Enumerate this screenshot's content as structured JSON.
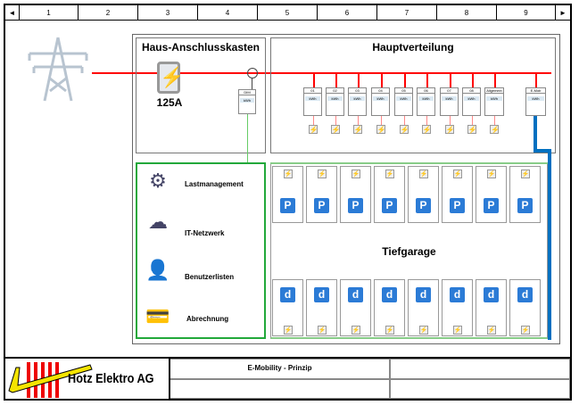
{
  "ruler": {
    "columns": [
      "1",
      "2",
      "3",
      "4",
      "5",
      "6",
      "7",
      "8",
      "9"
    ],
    "left_arrow": "◄",
    "right_arrow": "►"
  },
  "haus": {
    "title": "Haus-Anschlusskasten",
    "fuse": "125A",
    "meter_label": "DIM",
    "meter_unit": "kWh"
  },
  "hauptverteilung": {
    "title": "Hauptverteilung",
    "meters": [
      "01",
      "02",
      "03",
      "04",
      "05",
      "06",
      "07",
      "08",
      "Allgemein"
    ],
    "emob_meter": "E-Mob",
    "unit": "kWh"
  },
  "services": [
    {
      "label": "Lastmanagement",
      "icon": "settings-sliders-icon"
    },
    {
      "label": "IT-Netzwerk",
      "icon": "server-cloud-icon"
    },
    {
      "label": "Benutzerlisten",
      "icon": "user-list-icon"
    },
    {
      "label": "Abrechnung",
      "icon": "credit-card-icon"
    }
  ],
  "tiefgarage": {
    "title": "Tiefgarage",
    "top_spots": [
      "P",
      "P",
      "P",
      "P",
      "P",
      "P",
      "P",
      "P"
    ],
    "bottom_spots": [
      "d",
      "d",
      "d",
      "d",
      "d",
      "d",
      "d",
      "d"
    ]
  },
  "titleblock": {
    "company": "Hotz Elektro AG",
    "title": "E-Mobility - Prinzip"
  },
  "colors": {
    "power_line": "#ff0000",
    "data_line": "#0070c0",
    "green_border": "#22a83a",
    "parking": "#2b7bd6"
  }
}
